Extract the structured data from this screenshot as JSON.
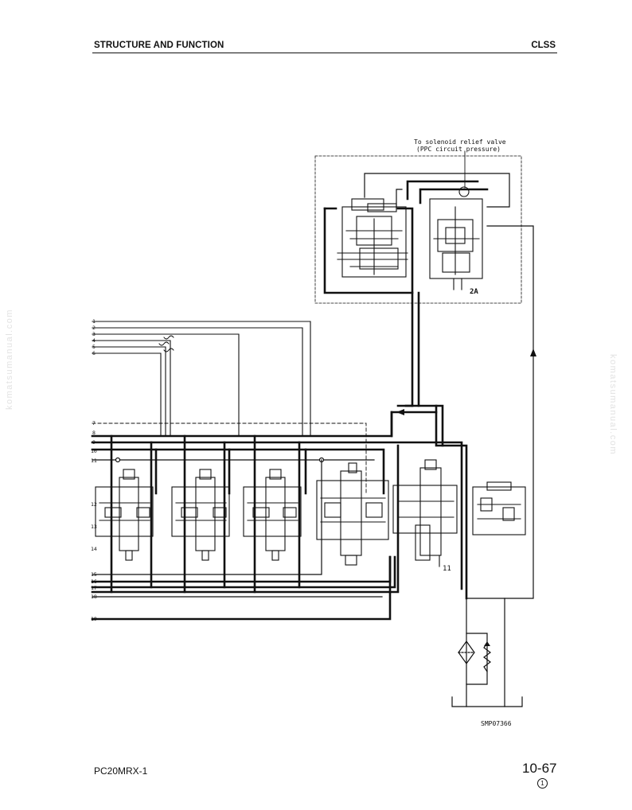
{
  "header": {
    "section": "STRUCTURE AND FUNCTION",
    "topic": "CLSS"
  },
  "diagram": {
    "top_note_line1": "To solenoid relief valve",
    "top_note_line2": "(PPC circuit pressure)",
    "valve_label_2a": "2A",
    "valve_label_11": "11",
    "drawing_code": "SMP07366",
    "line_numbers": [
      "1",
      "2",
      "3",
      "4",
      "5",
      "6",
      "7",
      "8",
      "9",
      "10",
      "11",
      "12",
      "13",
      "14",
      "15",
      "16",
      "17",
      "18",
      "19"
    ]
  },
  "watermark": {
    "text": "komatsumanual.com"
  },
  "footer": {
    "model": "PC20MRX-1",
    "page": "10-67",
    "revision": "1"
  }
}
